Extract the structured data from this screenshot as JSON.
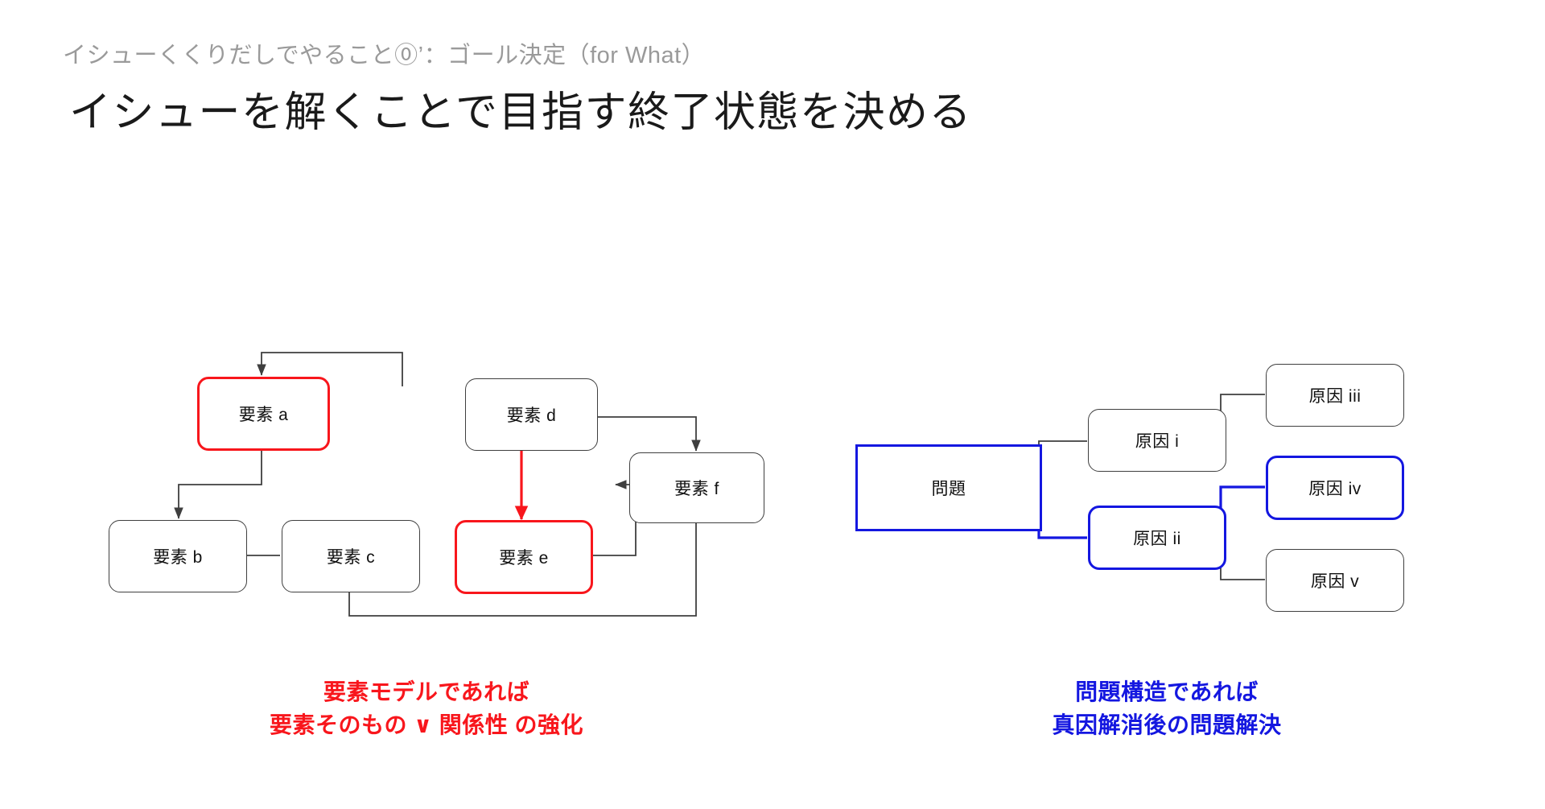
{
  "header": {
    "eyebrow": "イシューくくりだしでやること⓪’：ゴール決定（for What）",
    "title": "イシューを解くことで目指す終了状態を決める"
  },
  "colors": {
    "accent_red": "#f8161c",
    "accent_blue": "#1417e0",
    "outline_black": "#3f3f3f",
    "eyebrow_gray": "#9a9a9a",
    "title_black": "#1a1a1a",
    "background": "#ffffff"
  },
  "left_diagram": {
    "name": "element-model-diagram",
    "nodes": [
      {
        "id": "a",
        "label": "要素 a",
        "highlight": "red",
        "shape": "rounded"
      },
      {
        "id": "b",
        "label": "要素 b",
        "highlight": "black",
        "shape": "rounded"
      },
      {
        "id": "c",
        "label": "要素 c",
        "highlight": "black",
        "shape": "rounded"
      },
      {
        "id": "d",
        "label": "要素 d",
        "highlight": "black",
        "shape": "rounded"
      },
      {
        "id": "e",
        "label": "要素 e",
        "highlight": "red",
        "shape": "rounded"
      },
      {
        "id": "f",
        "label": "要素 f",
        "highlight": "black",
        "shape": "rounded"
      }
    ],
    "edges": [
      {
        "from": "d",
        "to": "a",
        "color": "black"
      },
      {
        "from": "a",
        "to": "b",
        "color": "black"
      },
      {
        "from": "c",
        "to": "b",
        "color": "black"
      },
      {
        "from": "d",
        "to": "e",
        "color": "red"
      },
      {
        "from": "d",
        "to": "f",
        "color": "black"
      },
      {
        "from": "e",
        "to": "f",
        "color": "black"
      },
      {
        "from": "f",
        "to": "c",
        "color": "black"
      }
    ],
    "caption": {
      "line1": "要素モデルであれば",
      "line2": "要素そのもの ∨ 関係性 の強化",
      "color": "red"
    }
  },
  "right_diagram": {
    "name": "problem-structure-diagram",
    "nodes": [
      {
        "id": "problem",
        "label": "問題",
        "highlight": "blue",
        "shape": "square"
      },
      {
        "id": "c1",
        "label": "原因 i",
        "highlight": "black",
        "shape": "rounded"
      },
      {
        "id": "c2",
        "label": "原因 ii",
        "highlight": "blue",
        "shape": "rounded"
      },
      {
        "id": "c3",
        "label": "原因 iii",
        "highlight": "black",
        "shape": "rounded"
      },
      {
        "id": "c4",
        "label": "原因 iv",
        "highlight": "blue",
        "shape": "rounded"
      },
      {
        "id": "c5",
        "label": "原因 v",
        "highlight": "black",
        "shape": "rounded"
      }
    ],
    "edges": [
      {
        "from": "c1",
        "to": "problem",
        "color": "black"
      },
      {
        "from": "c2",
        "to": "problem",
        "color": "blue"
      },
      {
        "from": "c3",
        "to": "c1",
        "color": "black"
      },
      {
        "from": "c4",
        "to": "c2",
        "color": "blue"
      },
      {
        "from": "c5",
        "to": "c2",
        "color": "black"
      }
    ],
    "caption": {
      "line1": "問題構造であれば",
      "line2": "真因解消後の問題解決",
      "color": "blue"
    }
  }
}
